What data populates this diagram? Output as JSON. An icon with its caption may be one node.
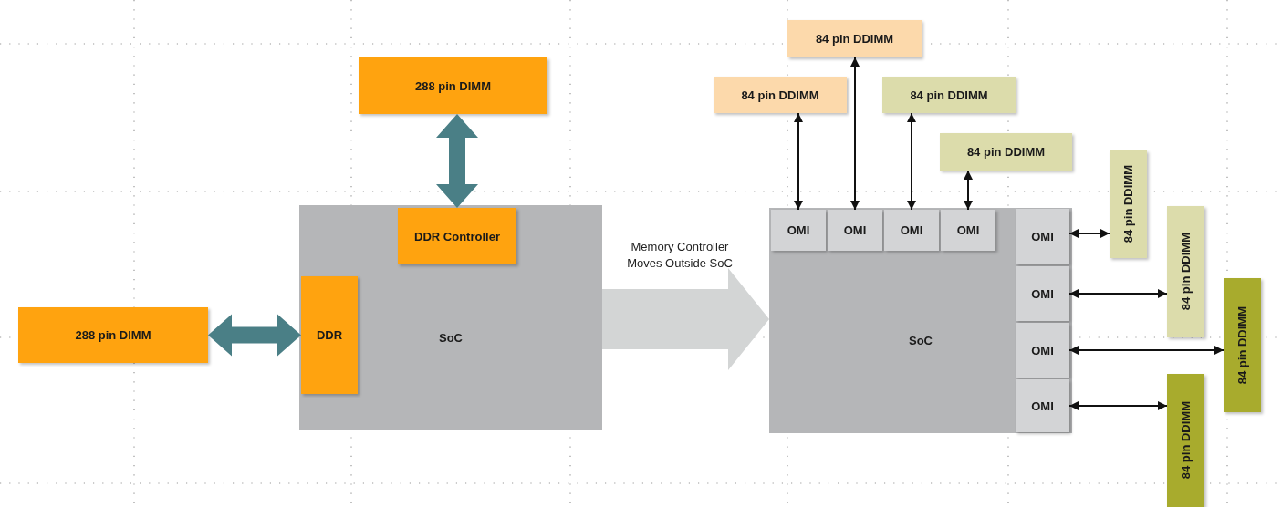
{
  "diagram": {
    "nodes": [
      {
        "text": [
          "288 pin DIMM"
        ]
      },
      {
        "text": [
          "SoC"
        ]
      },
      {
        "text": [
          "DDR Controller"
        ],
        "in": 1
      },
      {
        "text": [
          "DDR"
        ],
        "in": 1
      },
      {
        "text": [
          "288 pin DIMM"
        ]
      },
      {
        "text": [
          "84 pin DDIMM"
        ]
      },
      {
        "text": [
          "84 pin DDIMM"
        ]
      },
      {
        "text": [
          "84 pin DDIMM"
        ]
      },
      {
        "text": [
          "84 pin DDIMM"
        ]
      },
      {
        "text": [
          "SoC"
        ]
      },
      {
        "text": [
          "OMI"
        ],
        "in": 9
      },
      {
        "text": [
          "OMI"
        ],
        "in": 9
      },
      {
        "text": [
          "OMI"
        ],
        "in": 9
      },
      {
        "text": [
          "OMI"
        ],
        "in": 9
      },
      {
        "text": [
          "OMI"
        ],
        "in": 9
      },
      {
        "text": [
          "OMI"
        ],
        "in": 9
      },
      {
        "text": [
          "OMI"
        ],
        "in": 9
      },
      {
        "text": [
          "OMI"
        ],
        "in": 9
      },
      {
        "text": [
          "84 pin DDIMM"
        ]
      },
      {
        "text": [
          "84 pin DDIMM"
        ]
      },
      {
        "text": [
          "84 pin DDIMM"
        ]
      },
      {
        "text": [
          "84 pin DDIMM"
        ]
      }
    ],
    "edges": [
      {
        "from": 0,
        "to": 2,
        "arrow": "both",
        "style": "thick",
        "color": "#4a7f86"
      },
      {
        "from": 4,
        "to": 3,
        "arrow": "both",
        "style": "thick",
        "color": "#4a7f86"
      },
      {
        "from": 1,
        "to": 9,
        "arrow": "to",
        "style": "thick",
        "color": "#d3d5d5",
        "label": "Memory Controller Moves Outside SoC"
      },
      {
        "from": 6,
        "to": 10,
        "arrow": "both"
      },
      {
        "from": 5,
        "to": 11,
        "arrow": "both"
      },
      {
        "from": 7,
        "to": 12,
        "arrow": "both"
      },
      {
        "from": 8,
        "to": 13,
        "arrow": "both"
      },
      {
        "from": 14,
        "to": 18,
        "arrow": "both"
      },
      {
        "from": 15,
        "to": 19,
        "arrow": "both"
      },
      {
        "from": 16,
        "to": 20,
        "arrow": "both"
      },
      {
        "from": 17,
        "to": 21,
        "arrow": "both"
      }
    ]
  }
}
